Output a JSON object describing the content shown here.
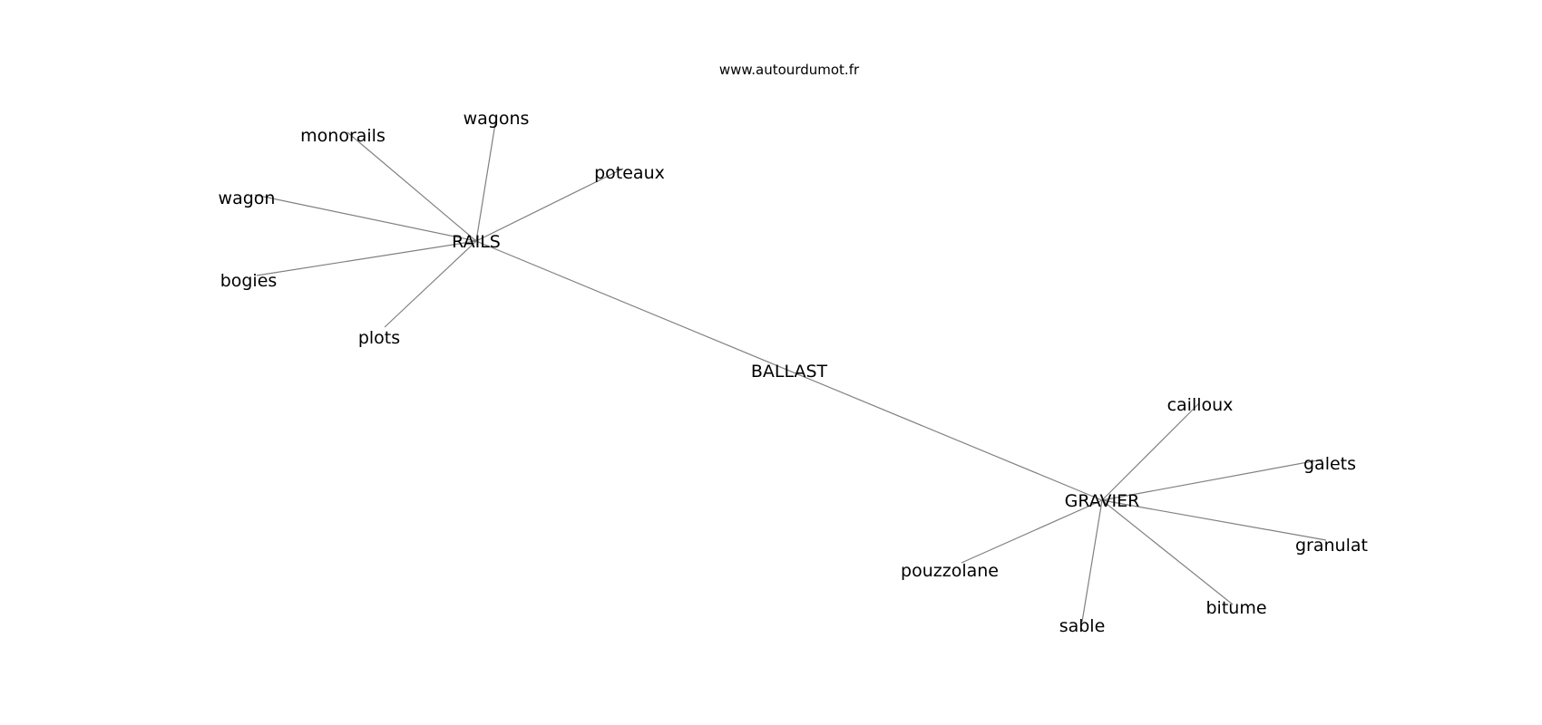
{
  "site": "www.autourdumot.fr",
  "graph": {
    "center": "BALLAST",
    "hubs": [
      {
        "label": "RAILS",
        "neighbors": [
          "wagons",
          "monorails",
          "poteaux",
          "wagon",
          "bogies",
          "plots"
        ]
      },
      {
        "label": "GRAVIER",
        "neighbors": [
          "cailloux",
          "galets",
          "granulat",
          "pouzzolane",
          "bitume",
          "sable"
        ]
      }
    ],
    "edges": [
      [
        "RAILS",
        "GRAVIER"
      ],
      [
        "RAILS",
        "wagons"
      ],
      [
        "RAILS",
        "monorails"
      ],
      [
        "RAILS",
        "poteaux"
      ],
      [
        "RAILS",
        "wagon"
      ],
      [
        "RAILS",
        "bogies"
      ],
      [
        "RAILS",
        "plots"
      ],
      [
        "GRAVIER",
        "cailloux"
      ],
      [
        "GRAVIER",
        "galets"
      ],
      [
        "GRAVIER",
        "granulat"
      ],
      [
        "GRAVIER",
        "pouzzolane"
      ],
      [
        "GRAVIER",
        "bitume"
      ],
      [
        "GRAVIER",
        "sable"
      ]
    ]
  },
  "colors": {
    "edge": "#808080",
    "text": "#000000",
    "background": "#ffffff"
  }
}
